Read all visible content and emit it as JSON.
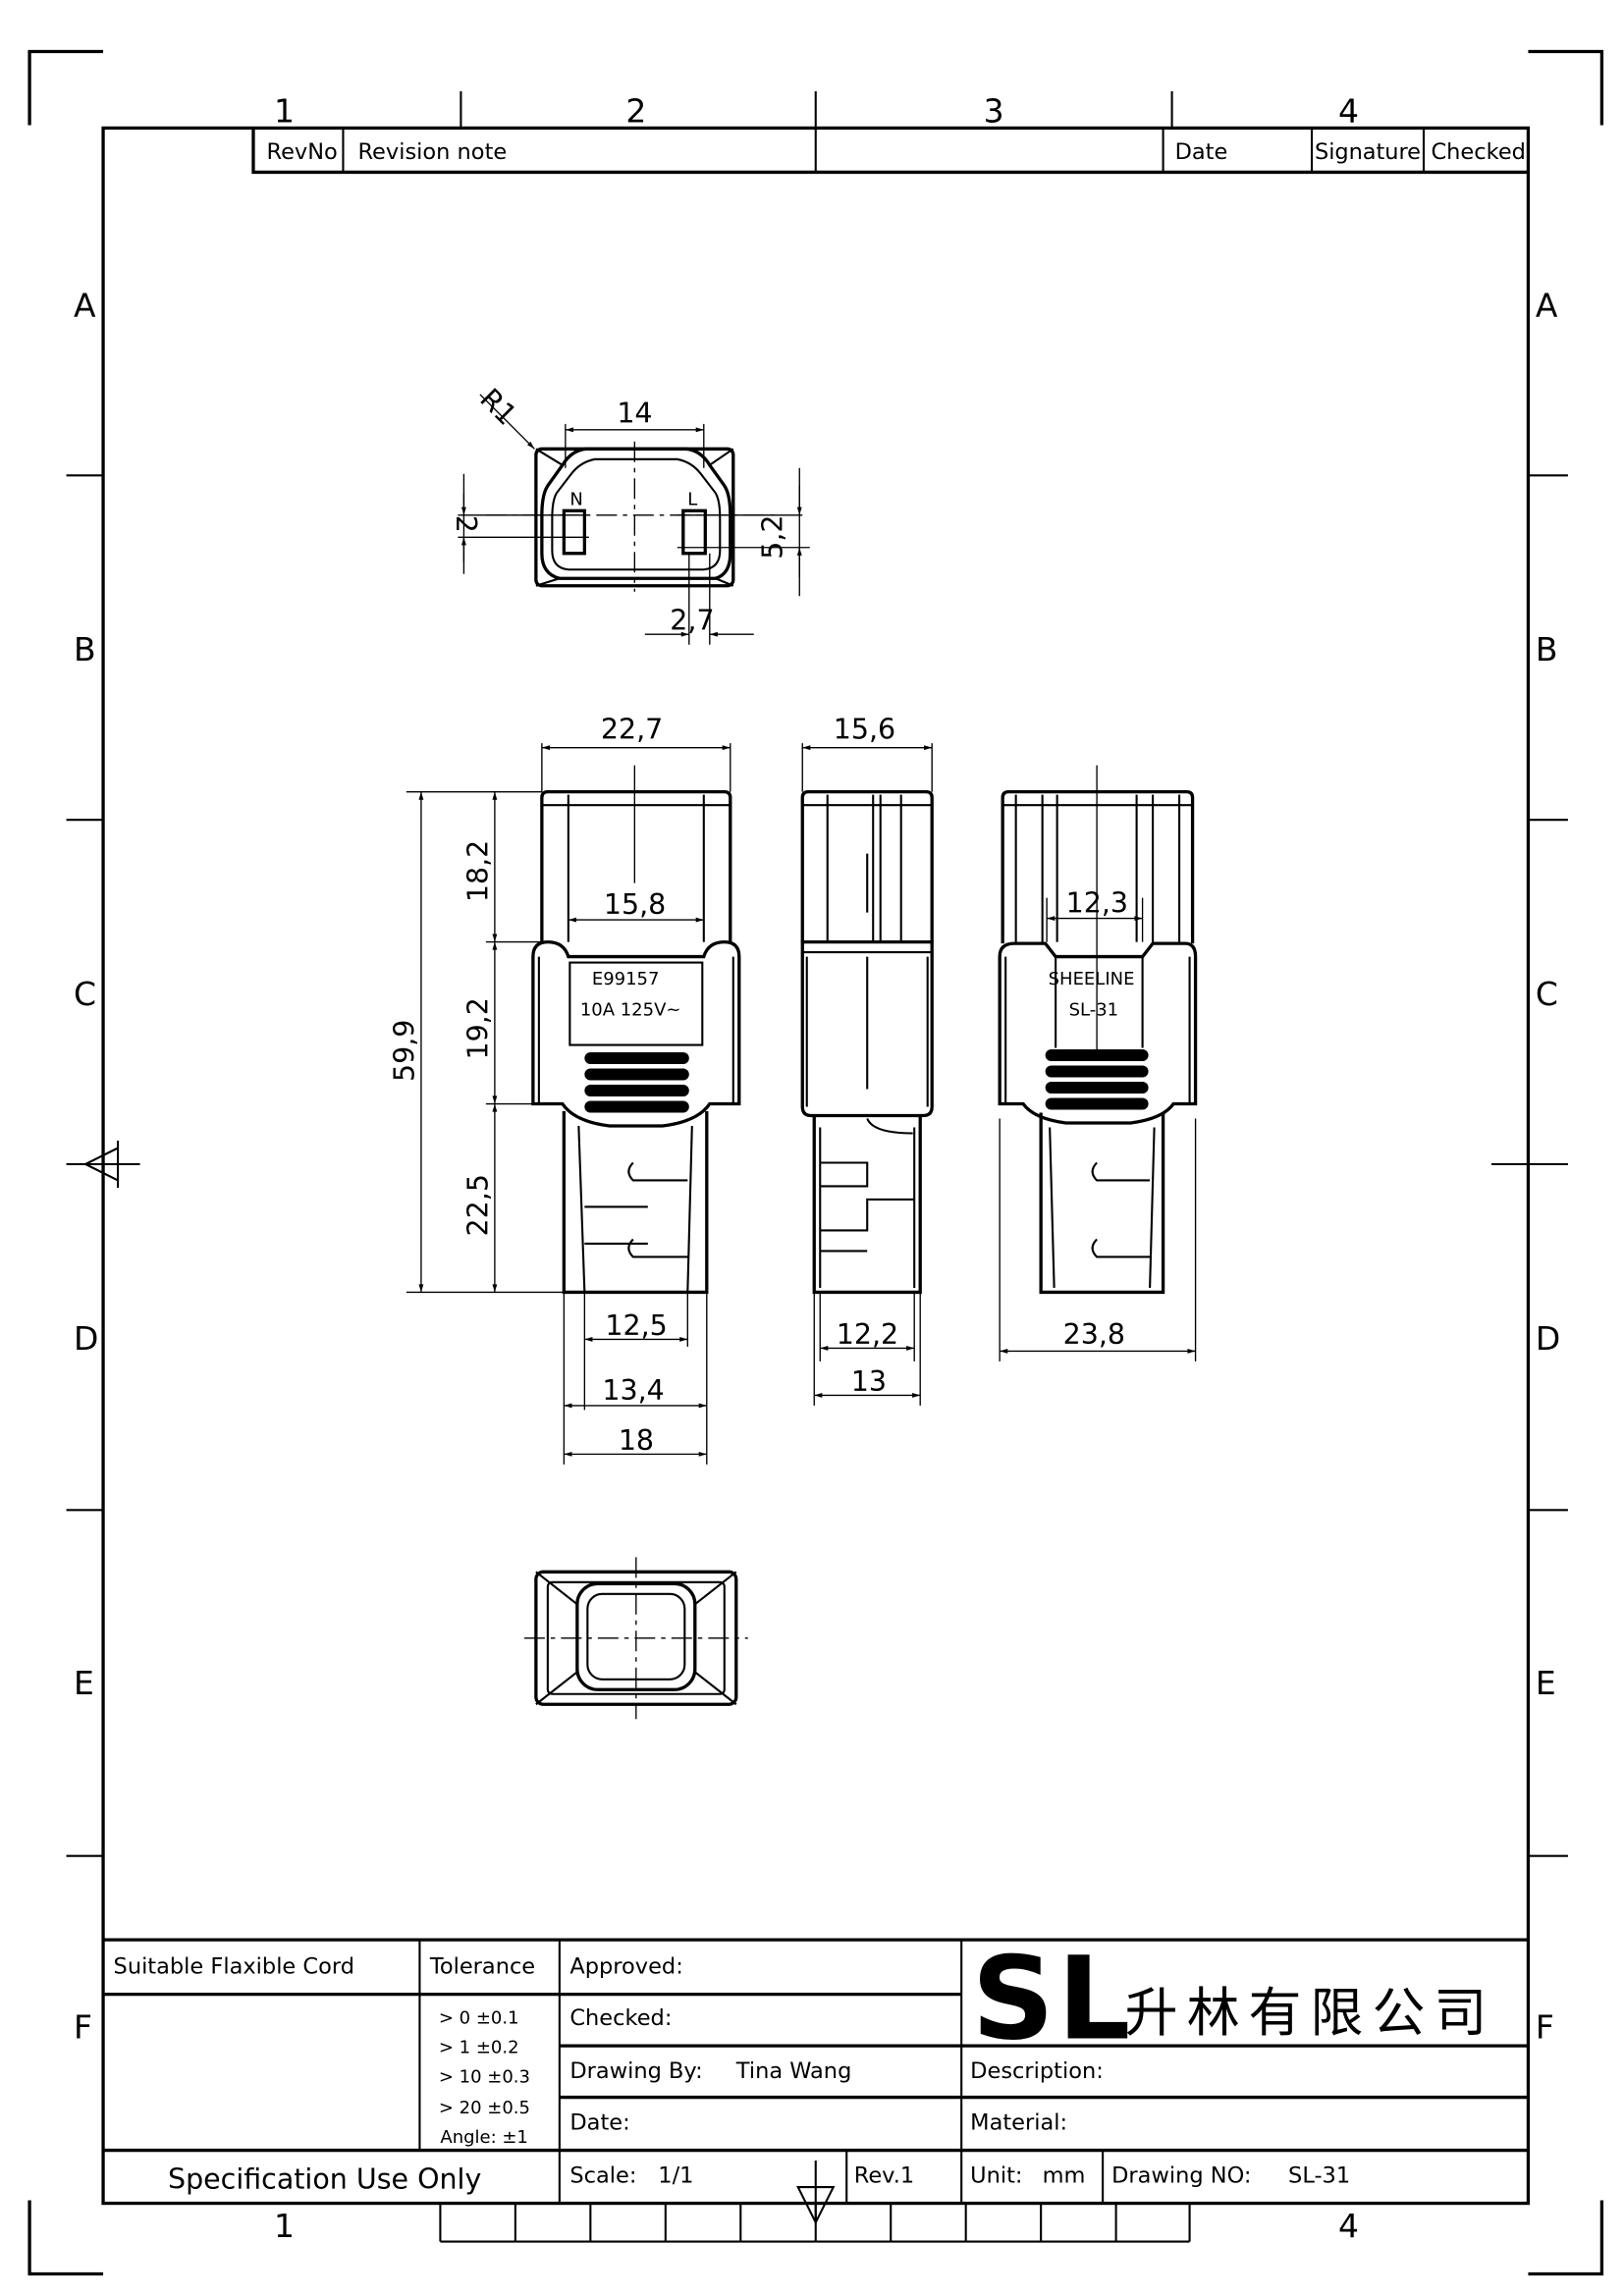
{
  "grid": {
    "cols": [
      "1",
      "2",
      "3",
      "4"
    ],
    "rows": [
      "A",
      "B",
      "C",
      "D",
      "E",
      "F"
    ]
  },
  "revision_table": {
    "rev_no": "RevNo",
    "revision_note": "Revision note",
    "date": "Date",
    "signature": "Signature",
    "checked": "Checked"
  },
  "views": {
    "face": {
      "radius": "R1",
      "width": "14",
      "pin_width": "2",
      "pin_height": "5,2",
      "pin_offset": "2,7",
      "pin_n": "N",
      "pin_l": "L"
    },
    "front": {
      "width": "22,7",
      "inner_width": "15,8",
      "h1": "18,2",
      "h2": "19,2",
      "h3": "22,5",
      "total": "59,9",
      "tail1": "12,5",
      "tail2": "13,4",
      "tail3": "18",
      "label_line1": "E99157",
      "label_line2": "10A  125V~"
    },
    "side": {
      "width": "15,6",
      "tail1": "12,2",
      "tail2": "13"
    },
    "back": {
      "inner_width": "12,3",
      "width": "23,8",
      "label_line1": "SHEELINE",
      "label_line2": "SL-31"
    }
  },
  "title_block": {
    "cord": "Suitable Flaxible Cord",
    "tolerance": "Tolerance",
    "tol": [
      "> 0  ±0.1",
      "> 1  ±0.2",
      "> 10  ±0.3",
      "> 20  ±0.5",
      "Angle: ±1"
    ],
    "approved": "Approved:",
    "checked": "Checked:",
    "drawing_by_label": "Drawing By:",
    "drawing_by": "Tina Wang",
    "date": "Date:",
    "spec": "Specification Use Only",
    "scale_label": "Scale:",
    "scale": "1/1",
    "rev": "Rev.1",
    "logo": "SL",
    "company": "升林有限公司",
    "description": "Description:",
    "material": "Material:",
    "unit_label": "Unit:",
    "unit": "mm",
    "drawing_no_label": "Drawing NO:",
    "drawing_no": "SL-31"
  }
}
